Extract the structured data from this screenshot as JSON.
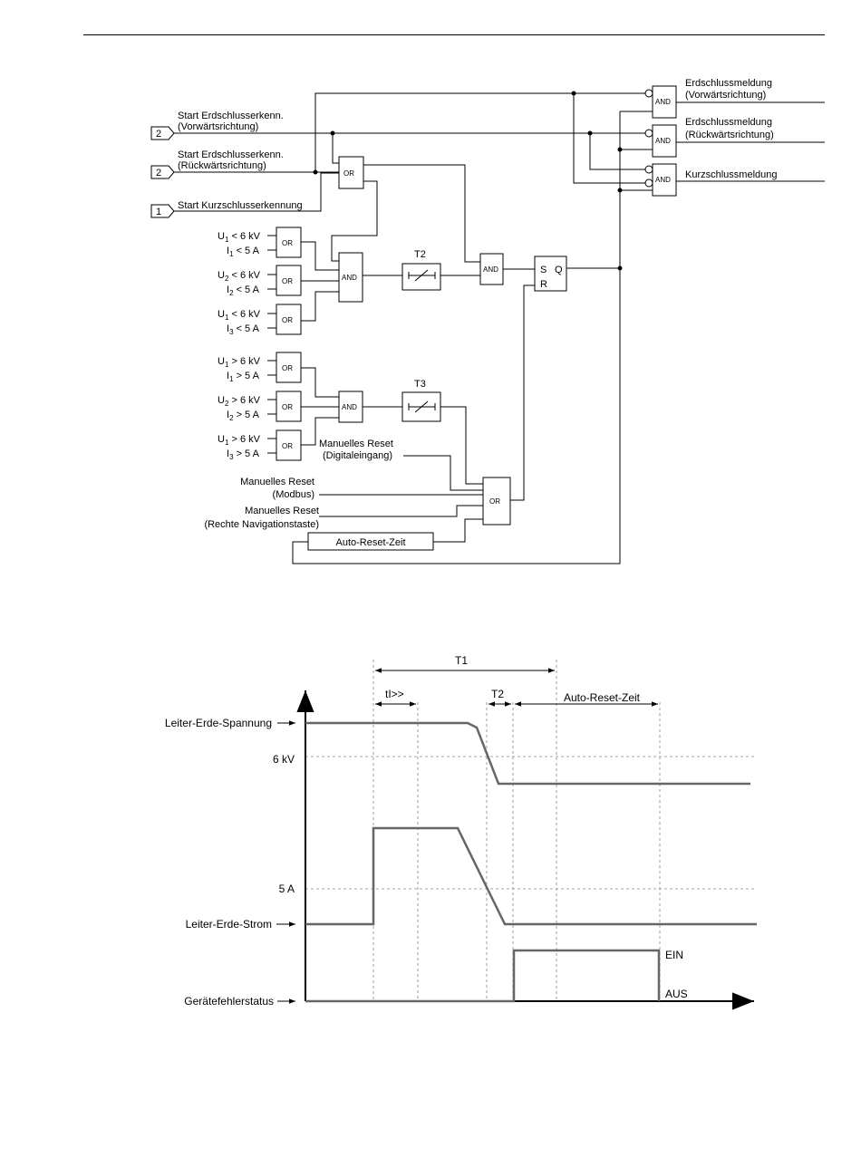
{
  "logic": {
    "inputs": {
      "fwd_num": "2",
      "fwd_l1": "Start Erdschlusserkenn.",
      "fwd_l2": "(Vorwärtsrichtung)",
      "rev_num": "2",
      "rev_l1": "Start Erdschlusserkenn.",
      "rev_l2": "(Rückwärtsrichtung)",
      "sc_num": "1",
      "sc_label": "Start Kurzschlusserkennung"
    },
    "conditions_low": [
      {
        "u": "U",
        "u_sub": "1",
        "u_rest": " < 6 kV",
        "i": "I",
        "i_sub": "1",
        "i_rest": " < 5 A"
      },
      {
        "u": "U",
        "u_sub": "2",
        "u_rest": " < 6 kV",
        "i": "I",
        "i_sub": "2",
        "i_rest": " < 5 A"
      },
      {
        "u": "U",
        "u_sub": "1",
        "u_rest": " < 6 kV",
        "i": "I",
        "i_sub": "3",
        "i_rest": " < 5 A"
      }
    ],
    "conditions_high": [
      {
        "u": "U",
        "u_sub": "1",
        "u_rest": " > 6 kV",
        "i": "I",
        "i_sub": "1",
        "i_rest": " > 5 A"
      },
      {
        "u": "U",
        "u_sub": "2",
        "u_rest": " > 6 kV",
        "i": "I",
        "i_sub": "2",
        "i_rest": " > 5 A"
      },
      {
        "u": "U",
        "u_sub": "1",
        "u_rest": " > 6 kV",
        "i": "I",
        "i_sub": "3",
        "i_rest": " > 5 A"
      }
    ],
    "gate_or": "OR",
    "gate_and": "AND",
    "timer_t2": "T2",
    "timer_t3": "T3",
    "sr_s": "S",
    "sr_q": "Q",
    "sr_r": "R",
    "reset_digital_l1": "Manuelles Reset",
    "reset_digital_l2": "(Digitaleingang)",
    "reset_modbus_l1": "Manuelles Reset",
    "reset_modbus_l2": "(Modbus)",
    "reset_nav_l1": "Manuelles Reset",
    "reset_nav_l2": "(Rechte Navigationstaste)",
    "auto_reset": "Auto-Reset-Zeit",
    "outputs": {
      "fwd_l1": "Erdschlussmeldung",
      "fwd_l2": "(Vorwärtsrichtung)",
      "rev_l1": "Erdschlussmeldung",
      "rev_l2": "(Rückwärtsrichtung)",
      "sc": "Kurzschlussmeldung"
    }
  },
  "timing": {
    "t1": "T1",
    "ti": "tI>>",
    "t2": "T2",
    "auto_reset": "Auto-Reset-Zeit",
    "signal_voltage": "Leiter-Erde-Spannung",
    "level_6kv": "6 kV",
    "level_5a": "5 A",
    "signal_current": "Leiter-Erde-Strom",
    "signal_status": "Gerätefehlerstatus",
    "state_on": "EIN",
    "state_off": "AUS"
  }
}
